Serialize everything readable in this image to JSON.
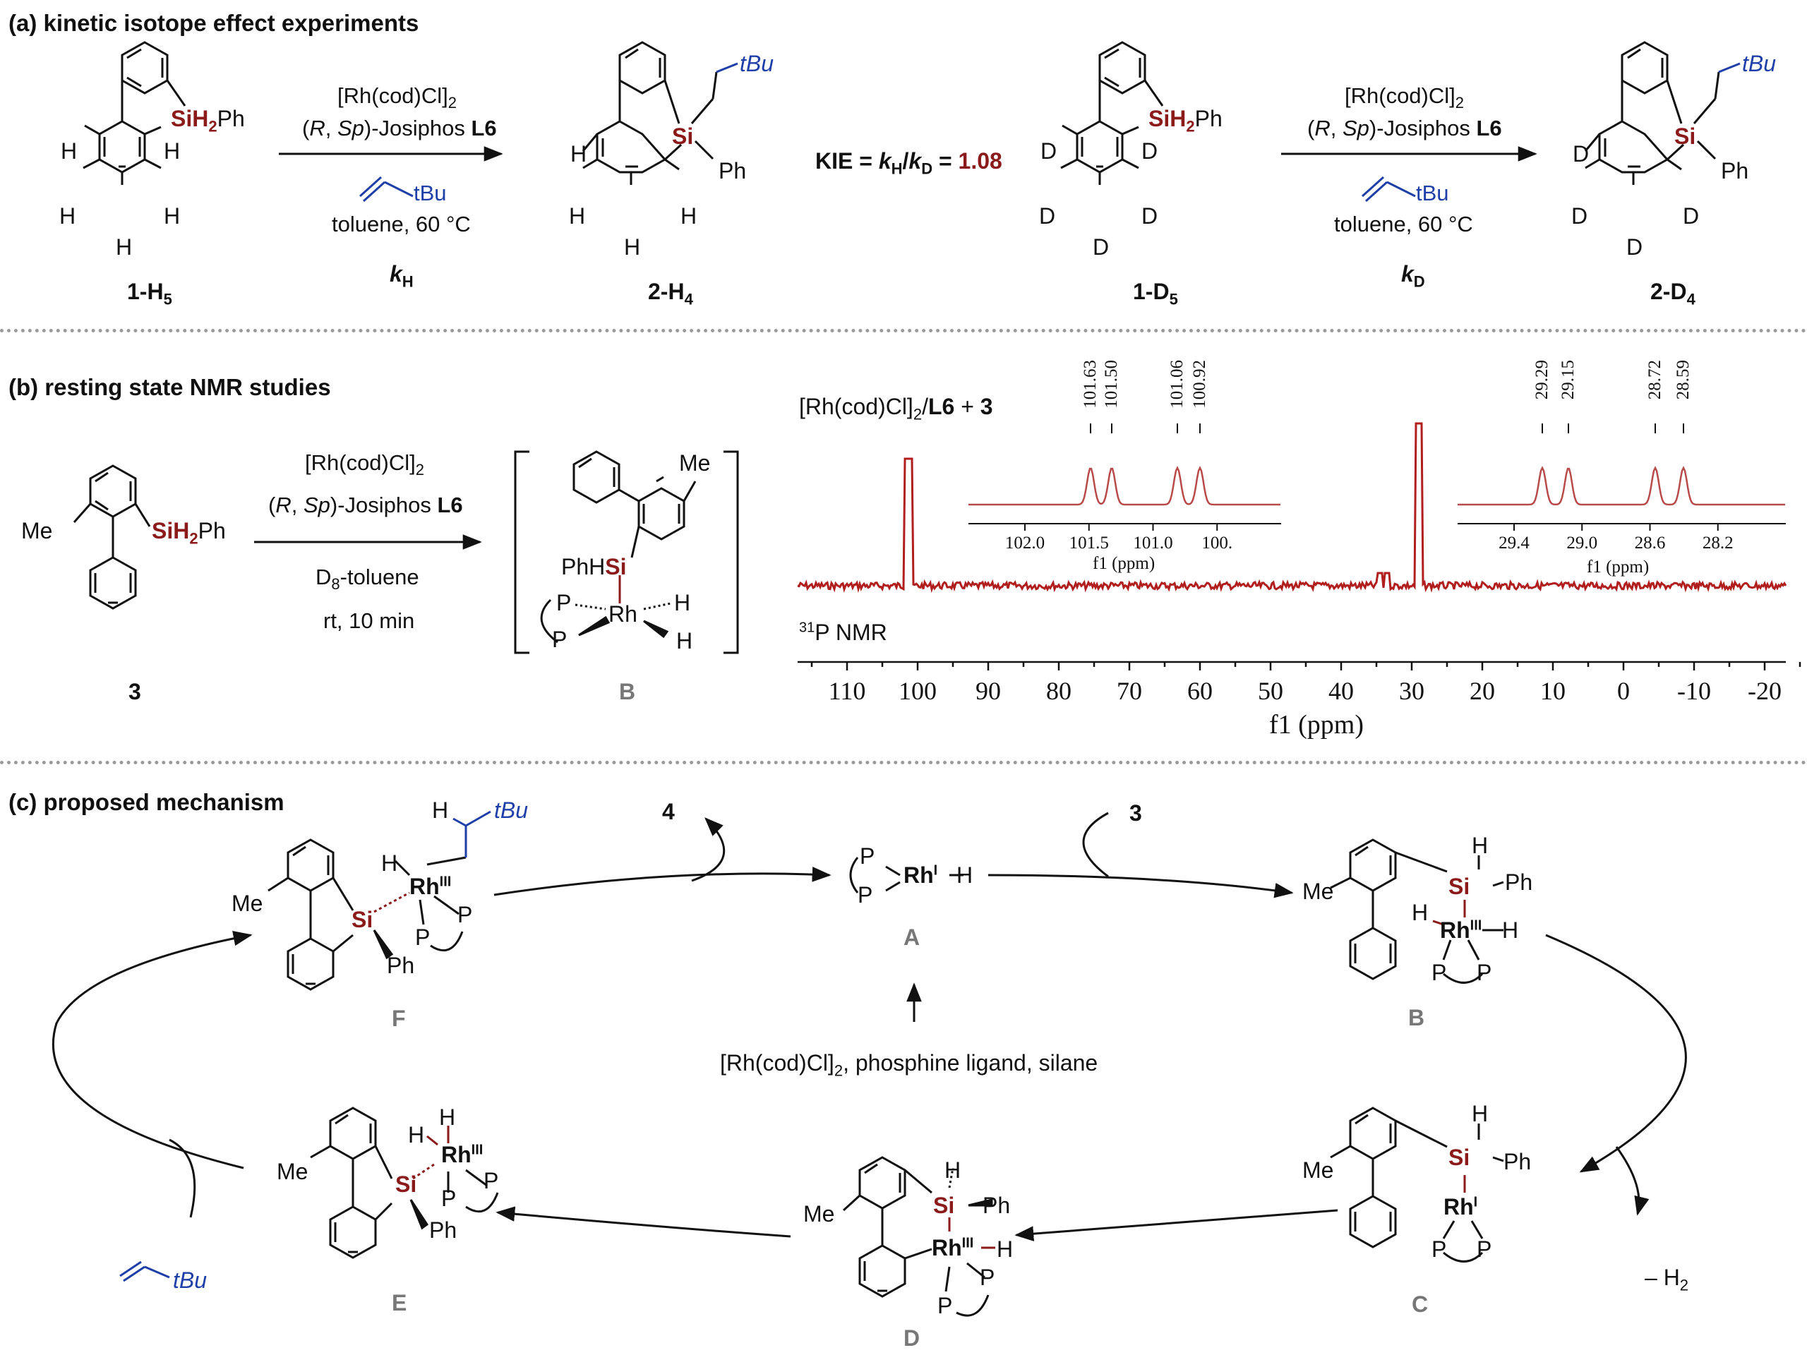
{
  "colors": {
    "accent_red": "#8b1a1a",
    "alkyl_blue": "#1f3fa8",
    "nmr_trace": "#b01e1e",
    "inset_trace": "#b84a4a",
    "divider": "#9a9a9a"
  },
  "sectionA": {
    "title": "(a) kinetic isotope effect experiments",
    "rxn1": {
      "cat": "[Rh(cod)Cl]",
      "cat_sub": "2",
      "ligand_open": "(",
      "ligand_R": "R",
      "ligand_comma": ", ",
      "ligand_Sp": "Sp",
      "ligand_close": ")-Josiphos ",
      "ligand_L": "L6",
      "alkene": "tBu",
      "solvent": "toluene, 60 °C",
      "rate_k": "k",
      "rate_sub": "H"
    },
    "rxn2": {
      "cat": "[Rh(cod)Cl]",
      "cat_sub": "2",
      "ligand_open": "(",
      "ligand_R": "R",
      "ligand_comma": ", ",
      "ligand_Sp": "Sp",
      "ligand_close": ")-Josiphos ",
      "ligand_L": "L6",
      "alkene": "tBu",
      "solvent": "toluene, 60 °C",
      "rate_k": "k",
      "rate_sub": "D"
    },
    "kie": {
      "prefix": "KIE = ",
      "kH": "k",
      "kH_sub": "H",
      "slash": "/",
      "kD": "k",
      "kD_sub": "D",
      "eq": " = ",
      "value": "1.08"
    },
    "sm1": {
      "si_label": "SiH",
      "si_sub": "2",
      "ph": "Ph",
      "atoms": [
        "H",
        "H",
        "H",
        "H",
        "H"
      ],
      "name": "1-H",
      "name_sub": "5"
    },
    "prod1": {
      "si": "Si",
      "ph": "Ph",
      "tbu": "tBu",
      "atoms": [
        "H",
        "H",
        "H",
        "H"
      ],
      "name": "2-H",
      "name_sub": "4"
    },
    "sm2": {
      "si_label": "SiH",
      "si_sub": "2",
      "ph": "Ph",
      "atoms": [
        "D",
        "D",
        "D",
        "D",
        "D"
      ],
      "name": "1-D",
      "name_sub": "5"
    },
    "prod2": {
      "si": "Si",
      "ph": "Ph",
      "tbu": "tBu",
      "atoms": [
        "D",
        "D",
        "D",
        "D"
      ],
      "name": "2-D",
      "name_sub": "4"
    }
  },
  "sectionB": {
    "title": "(b) resting state NMR studies",
    "cat": "[Rh(cod)Cl]",
    "cat_sub": "2",
    "ligand_open": "(",
    "ligand_R": "R",
    "ligand_comma": ", ",
    "ligand_Sp": "Sp",
    "ligand_close": ")-Josiphos ",
    "ligand_L": "L6",
    "solvent": "D",
    "solvent_sub": "8",
    "solvent_rest": "-toluene",
    "time": "rt, 10 min",
    "sm": {
      "me": "Me",
      "si_label": "SiH",
      "si_sub": "2",
      "ph": "Ph",
      "name": "3"
    },
    "int": {
      "me": "Me",
      "phh": "PhH",
      "si": "Si",
      "p1": "P",
      "p2": "P",
      "rh": "Rh",
      "h1": "H",
      "h2": "H",
      "name": "B"
    },
    "nmr": {
      "legend_prefix": "[Rh(cod)Cl]",
      "legend_sub": "2",
      "legend_slash": "/",
      "legend_L6": "L6",
      "legend_plus": " + ",
      "legend_3": "3",
      "nucleus_sup": "31",
      "nucleus_rest": "P NMR",
      "xlabel": "f1 (ppm)",
      "ticks": [
        "110",
        "100",
        "90",
        "80",
        "70",
        "60",
        "50",
        "40",
        "30",
        "20",
        "10",
        "0",
        "-10",
        "-20"
      ],
      "peak_labels_left": [
        "101.63",
        "101.50",
        "101.06",
        "100.92"
      ],
      "peak_labels_right": [
        "29.29",
        "29.15",
        "28.72",
        "28.59"
      ],
      "inset_left": {
        "ticks": [
          "102.0",
          "101.5",
          "101.0",
          "100."
        ],
        "xlabel": "f1 (ppm)"
      },
      "inset_right": {
        "ticks": [
          "29.4",
          "29.0",
          "28.6",
          "28.2"
        ],
        "xlabel": "f1 (ppm)"
      }
    }
  },
  "sectionC": {
    "title": "(c) proposed mechanism",
    "product": "4",
    "substrate": "3",
    "precursor": "[Rh(cod)Cl]",
    "precursor_sub": "2",
    "precursor_rest": ", phosphine ligand, silane",
    "h2_loss": "– H",
    "h2_sub": "2",
    "alkene": "tBu",
    "A": {
      "p1": "P",
      "p2": "P",
      "rh": "Rh",
      "ox": "I",
      "h": "H",
      "name": "A"
    },
    "B": {
      "me": "Me",
      "h_si": "H",
      "si": "Si",
      "ph": "Ph",
      "h1": "H",
      "rh": "Rh",
      "ox": "III",
      "h2": "H",
      "p1": "P",
      "p2": "P",
      "name": "B"
    },
    "C": {
      "me": "Me",
      "h_si": "H",
      "si": "Si",
      "ph": "Ph",
      "rh": "Rh",
      "ox": "I",
      "p1": "P",
      "p2": "P",
      "name": "C"
    },
    "D": {
      "me": "Me",
      "h_si": "H",
      "si": "Si",
      "ph": "Ph",
      "rh": "Rh",
      "ox": "III",
      "h": "H",
      "p1": "P",
      "p2": "P",
      "name": "D"
    },
    "E": {
      "me": "Me",
      "si": "Si",
      "ph": "Ph",
      "h1": "H",
      "h2": "H",
      "rh": "Rh",
      "ox": "III",
      "p1": "P",
      "p2": "P",
      "name": "E"
    },
    "F": {
      "me": "Me",
      "si": "Si",
      "ph": "Ph",
      "h1": "H",
      "h2": "H",
      "rh": "Rh",
      "ox": "III",
      "tbu": "tBu",
      "p1": "P",
      "p2": "P",
      "name": "F"
    }
  }
}
